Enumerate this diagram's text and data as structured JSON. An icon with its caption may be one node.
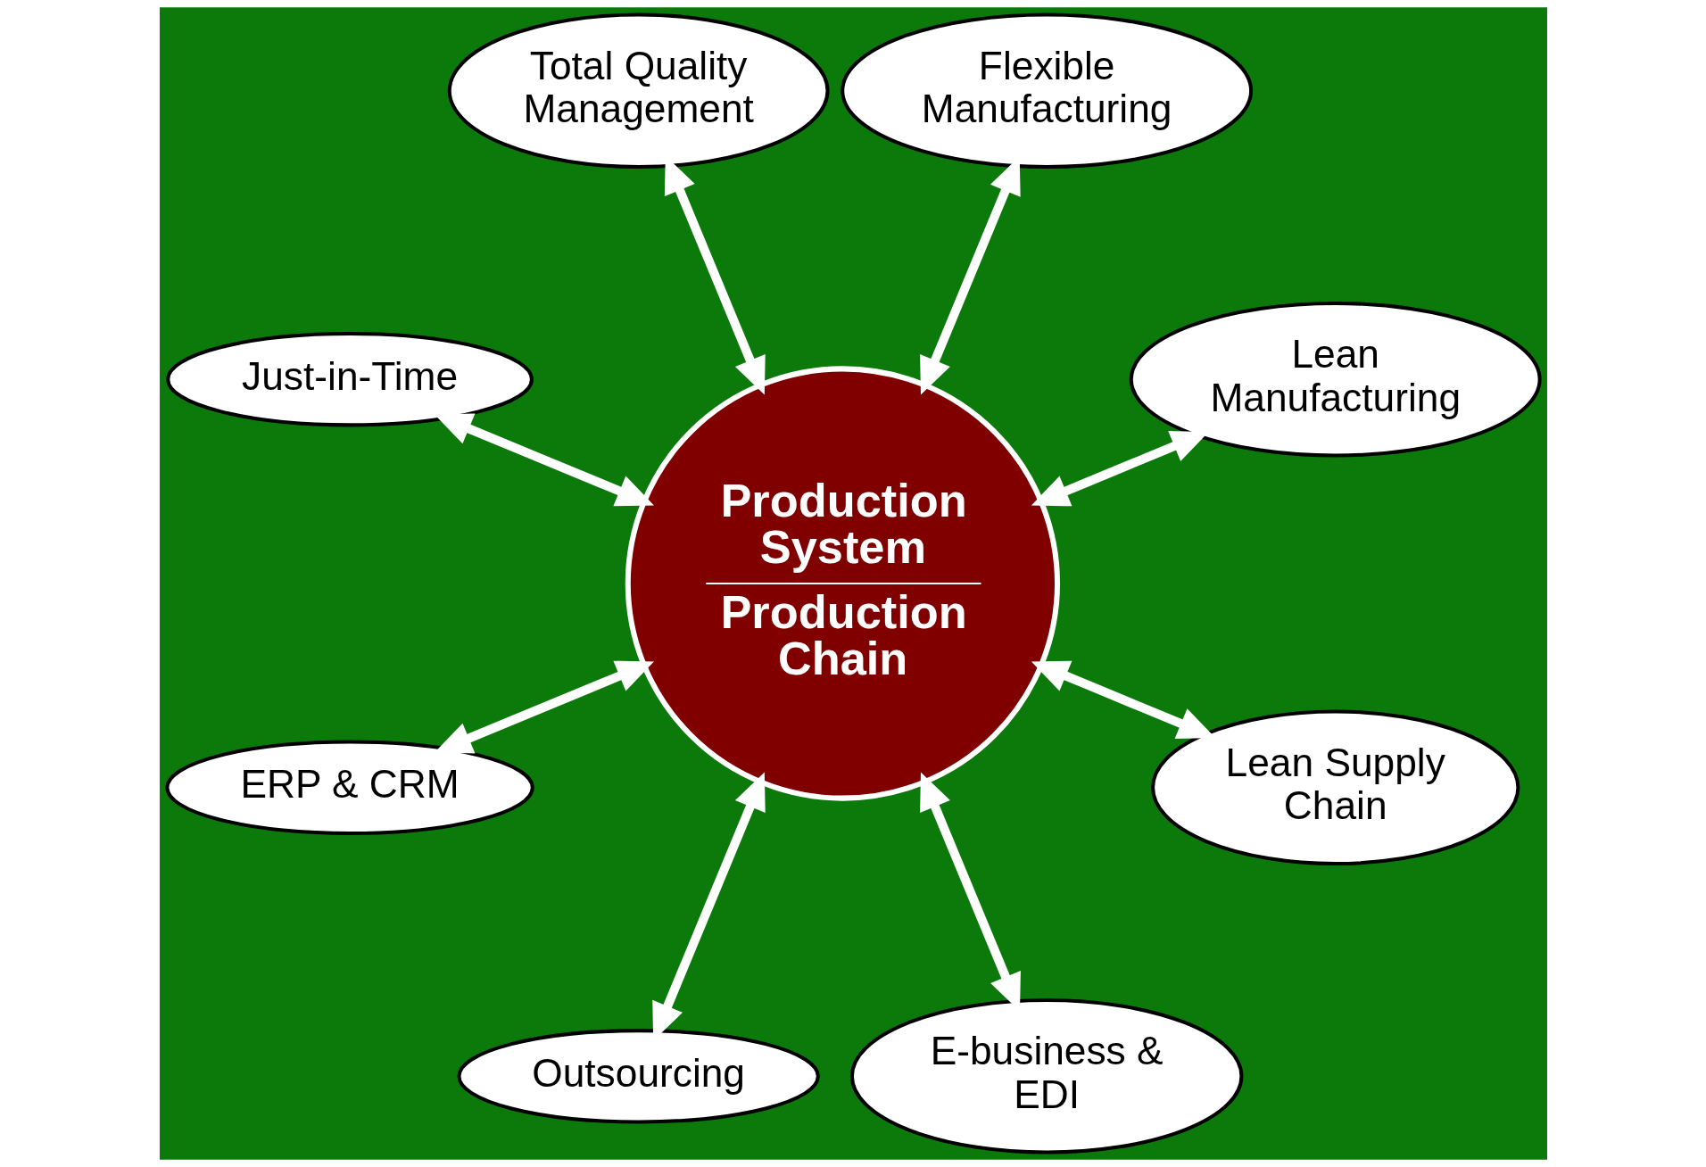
{
  "diagram": {
    "nodes": [
      {
        "text": [
          "Lean Manufacturing"
        ]
      },
      {
        "text": [
          "Flexible Manufacturing"
        ]
      },
      {
        "text": [
          "Total Quality Management"
        ]
      },
      {
        "text": [
          "Production System",
          "Production Chain"
        ]
      },
      {
        "text": [
          "Just-in-Time"
        ]
      },
      {
        "text": [
          "ERP & CRM"
        ]
      },
      {
        "text": [
          "Outsourcing"
        ]
      },
      {
        "text": [
          "E-business & EDI"
        ]
      },
      {
        "text": [
          "Lean Supply Chain"
        ]
      }
    ],
    "edges": [
      {
        "from": 3,
        "to": 0,
        "arrow": "both"
      },
      {
        "from": 3,
        "to": 2,
        "arrow": "both"
      },
      {
        "from": 3,
        "to": 5,
        "arrow": "both"
      },
      {
        "from": 3,
        "to": 7,
        "arrow": "both"
      },
      {
        "from": 3,
        "to": 8,
        "arrow": "both"
      },
      {
        "from": 3,
        "to": 6,
        "arrow": "both"
      },
      {
        "from": 3,
        "to": 4,
        "arrow": "both"
      },
      {
        "from": 3,
        "to": 1,
        "arrow": "both"
      }
    ]
  }
}
